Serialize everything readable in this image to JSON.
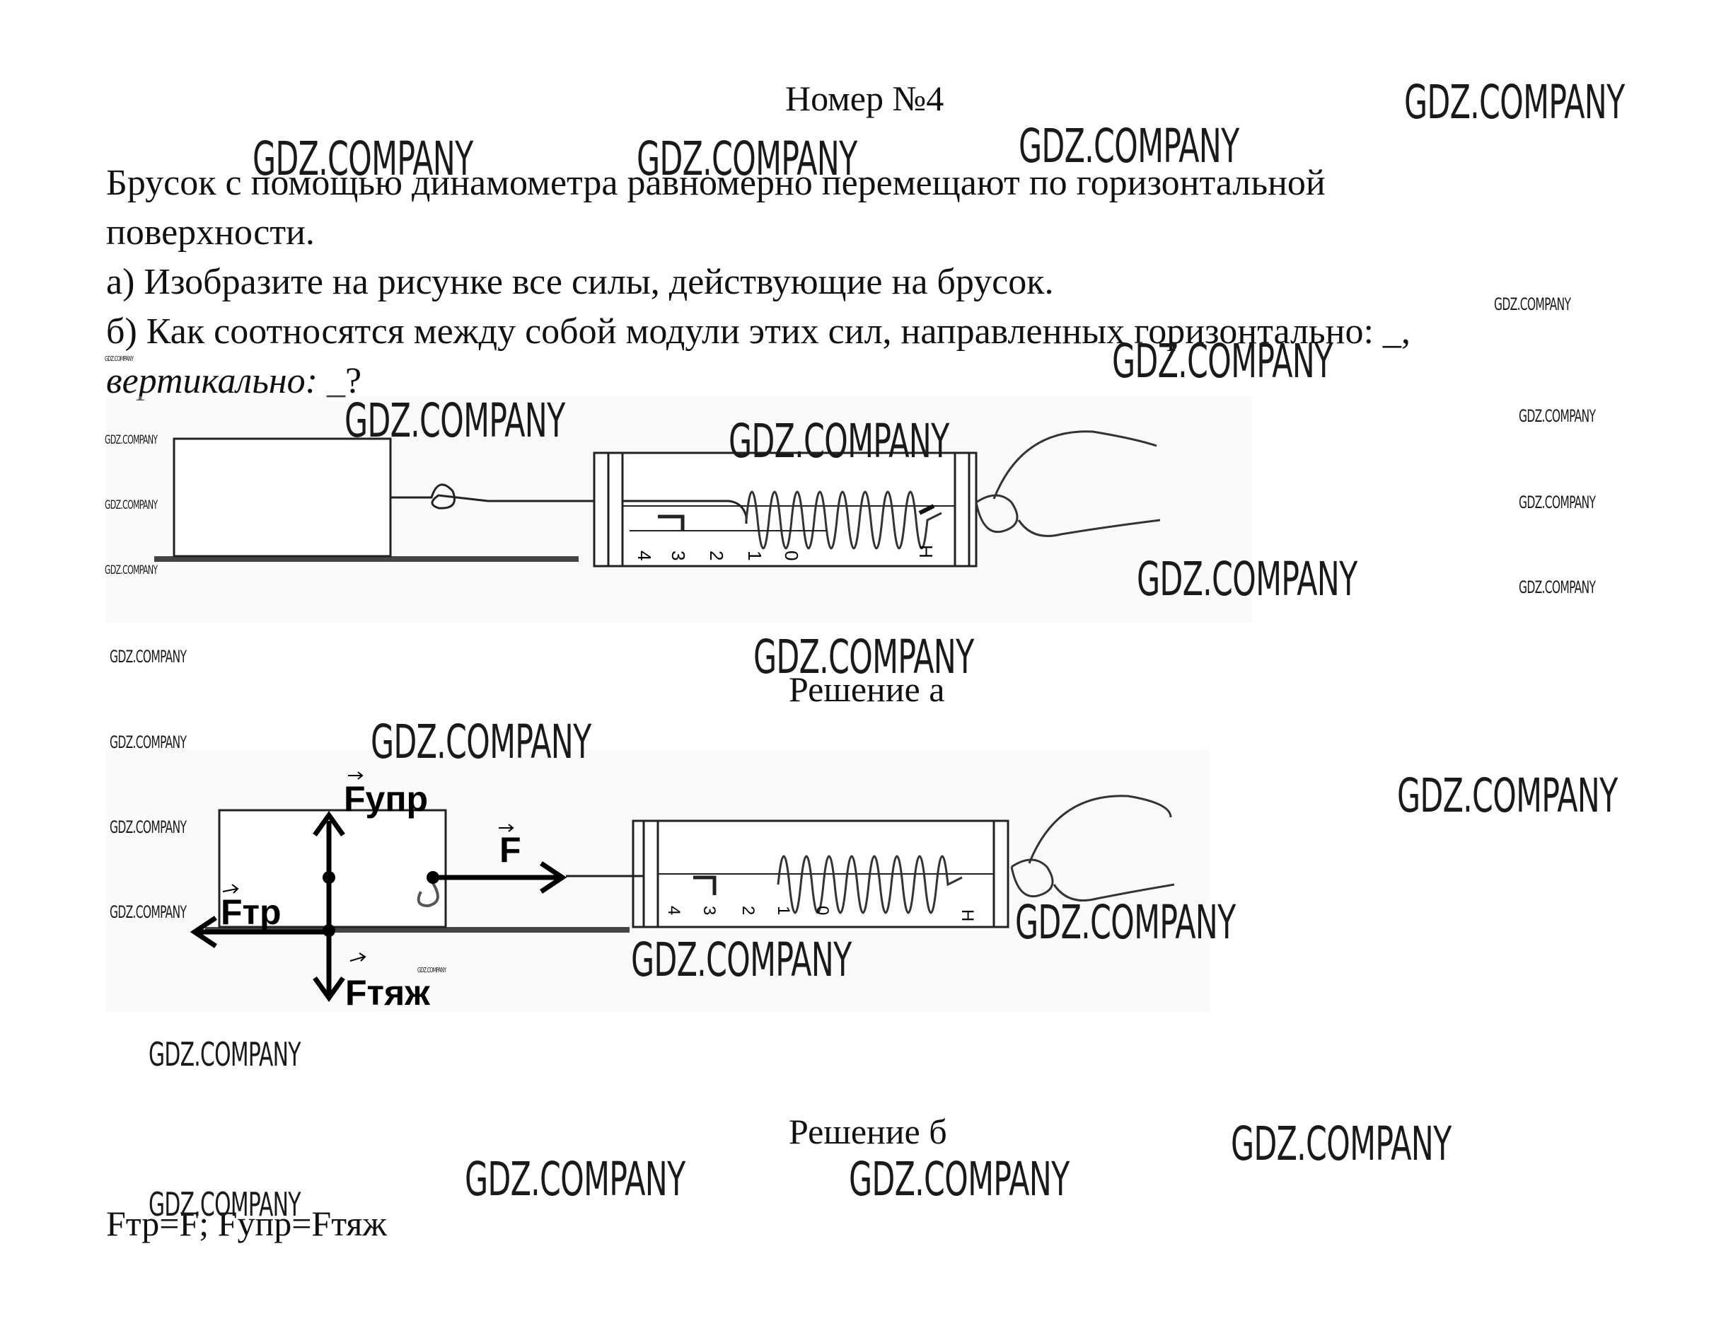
{
  "header": {
    "title": "Номер №4"
  },
  "problem": {
    "line1": "Брусок с помощью динамометра равномерно перемещают по горизонтальной",
    "line2": "поверхности.",
    "line3": "а) Изобразите на рисунке все силы, действующие на брусок.",
    "line4": "б) Как соотносятся между собой модули этих сил, направленных горизонтально: _,",
    "line5_italic": "вертикально:",
    "line5_rest": " _?"
  },
  "solution_a": {
    "heading": "Решение а"
  },
  "forces": {
    "f_upr": "Fупр",
    "f": "F",
    "f_tr": "Fтр",
    "f_tyazh": "Fтяж"
  },
  "dynamometer": {
    "scale": [
      "4",
      "3",
      "2",
      "1",
      "0"
    ],
    "unit": "Н"
  },
  "solution_b": {
    "heading": "Решение б",
    "answer": "Fтр=F; Fупр=Fтяж"
  },
  "watermark": {
    "text": "GDZ.COMPANY"
  }
}
